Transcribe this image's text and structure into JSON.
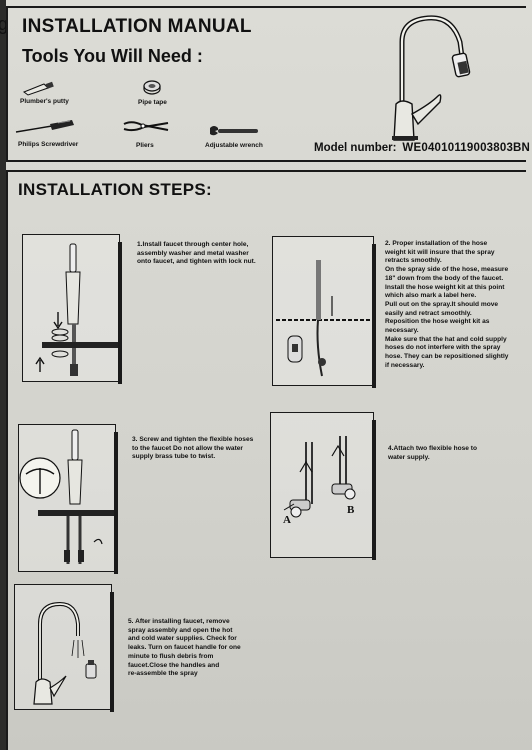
{
  "edge_glyph": "g",
  "header": {
    "title": "INSTALLATION MANUAL",
    "tools_title": "Tools You Will Need :"
  },
  "tools": [
    {
      "label": "Plumber's putty",
      "icon": "putty-tube-icon"
    },
    {
      "label": "Pipe tape",
      "icon": "tape-roll-icon"
    },
    {
      "label": "Philips Screwdriver",
      "icon": "screwdriver-icon"
    },
    {
      "label": "Pliers",
      "icon": "pliers-icon"
    },
    {
      "label": "Adjustable wrench",
      "icon": "wrench-icon"
    }
  ],
  "model": {
    "label": "Model number:",
    "value": "WE04010119003803BN"
  },
  "steps_title": "INSTALLATION STEPS:",
  "steps": [
    {
      "lines": [
        "1.Install faucet through center hole,",
        "assembly washer and metal washer",
        "onto faucet, and tighten with lock nut."
      ]
    },
    {
      "lines": [
        "2. Proper installation of the hose",
        "weight kit will insure that the spray",
        "retracts smoothly.",
        "On the spray side of the hose, measure",
        "18\" down from the body of the faucet.",
        "Install the hose weight kit at this point",
        "which also mark a label here.",
        "Pull out on the spray.It should move",
        "easily and retract smoothly.",
        "Reposition the hose weight kit as",
        "necessary.",
        "Make sure that the hat and cold supply",
        "hoses do not interfere with the spray",
        "hose. They can be repositioned slightly",
        "if necessary."
      ]
    },
    {
      "lines": [
        "3. Screw and tighten the flexible hoses",
        "to the faucet Do not allow the water",
        "supply brass tube to twist."
      ]
    },
    {
      "lines": [
        "4.Attach two flexible hose to",
        "water supply."
      ],
      "labels": [
        "A",
        "B"
      ]
    },
    {
      "lines": [
        "5. After installing faucet, remove",
        "spray assembly and open the hot",
        "and cold water supplies. Check for",
        "leaks. Turn on faucet handle for one",
        "minute to flush debris from",
        "faucet.Close the handles and",
        "re-assemble the spray"
      ]
    }
  ]
}
